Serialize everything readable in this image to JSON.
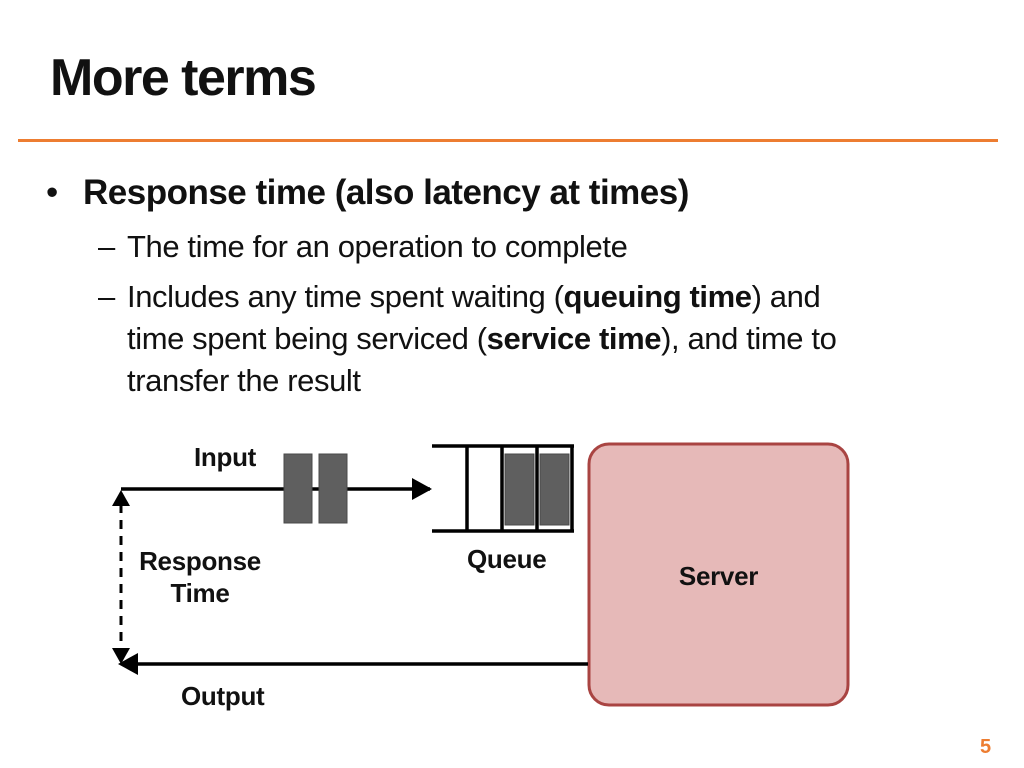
{
  "slide": {
    "title": "More terms",
    "page_number": "5",
    "accent_color": "#ed7d31"
  },
  "bullets": {
    "main": "Response time (also latency at times)",
    "sub1": "The time for an operation to complete",
    "sub2": {
      "line1_before": "Includes any time spent waiting (",
      "line1_bold": "queuing time",
      "line1_after": ") and",
      "line2_before": "time spent being serviced (",
      "line2_bold": "service time",
      "line2_after": "), and time to",
      "line3": "transfer the result"
    }
  },
  "diagram": {
    "input_label": "Input",
    "queue_label": "Queue",
    "server_label": "Server",
    "output_label": "Output",
    "response_label_line1": "Response",
    "response_label_line2": "Time",
    "colors": {
      "server_fill": "#e6b9b8",
      "server_border": "#a94442",
      "request_fill": "#5f5f5f",
      "line": "#000000"
    }
  }
}
